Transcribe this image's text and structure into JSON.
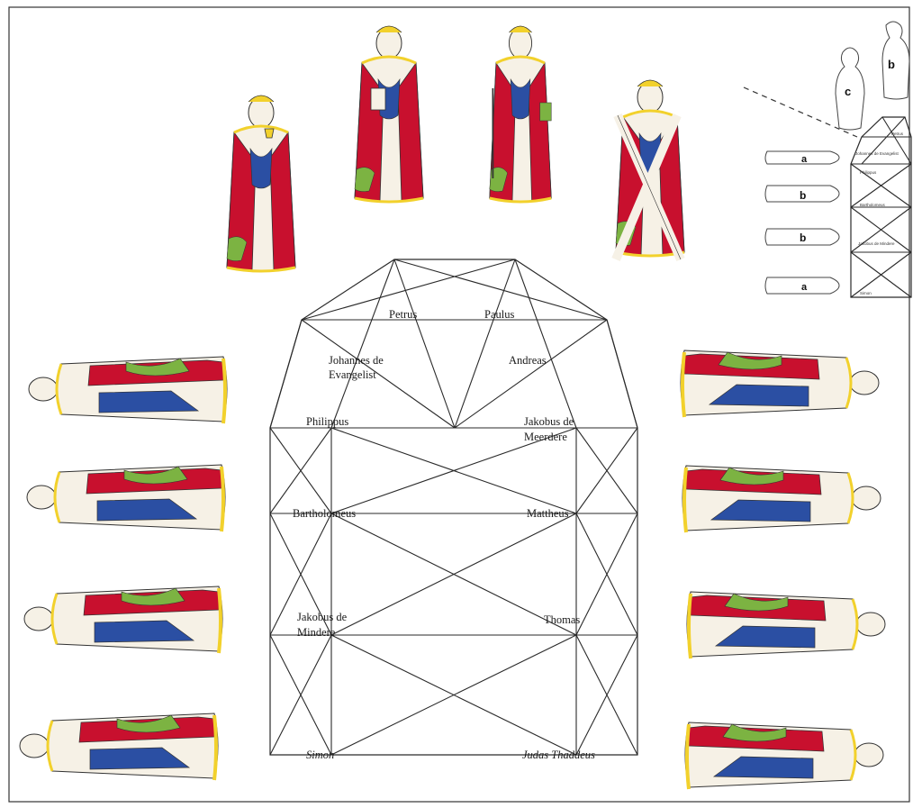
{
  "diagram": {
    "apostles": {
      "petrus": "Petrus",
      "paulus": "Paulus",
      "johannes_line1": "Johannes de",
      "johannes_line2": "Evangelist",
      "andreas": "Andreas",
      "philippus": "Philippus",
      "jakobus_meerdere_line1": "Jakobus de",
      "jakobus_meerdere_line2": "Meerdere",
      "bartholomeus": "Bartholomeus",
      "mattheus": "Mattheus",
      "jakobus_mindere_line1": "Jakobus de",
      "jakobus_mindere_line2": "Mindere",
      "thomas": "Thomas",
      "simon": "Simon",
      "judas": "Judas Thaddeus"
    },
    "inset": {
      "silhouette_letters": [
        "a",
        "b",
        "b",
        "a"
      ],
      "top_letters": [
        "c",
        "b"
      ],
      "mini_labels": {
        "petrus": "Petrus",
        "johannes": "Johannes de Evangelist",
        "philippus": "Philippus",
        "bartholomeus": "Bartholomeus",
        "jakobus": "Jakobus de Mindere",
        "simon": "Simon"
      }
    },
    "colors": {
      "red": "#c8102e",
      "blue": "#2b4fa3",
      "yellow": "#f2d12c",
      "green": "#7cb342",
      "cream": "#f6f1e6",
      "outline": "#333333"
    },
    "figures": {
      "top": [
        "figure-with-chalice",
        "figure-with-book-petrus",
        "figure-with-sword-paulus",
        "figure-with-cross-andreas"
      ],
      "left": [
        "reclining-figure-1",
        "reclining-figure-2",
        "reclining-figure-3",
        "reclining-figure-4"
      ],
      "right": [
        "reclining-figure-5",
        "reclining-figure-6",
        "reclining-figure-7",
        "reclining-figure-8"
      ]
    }
  }
}
